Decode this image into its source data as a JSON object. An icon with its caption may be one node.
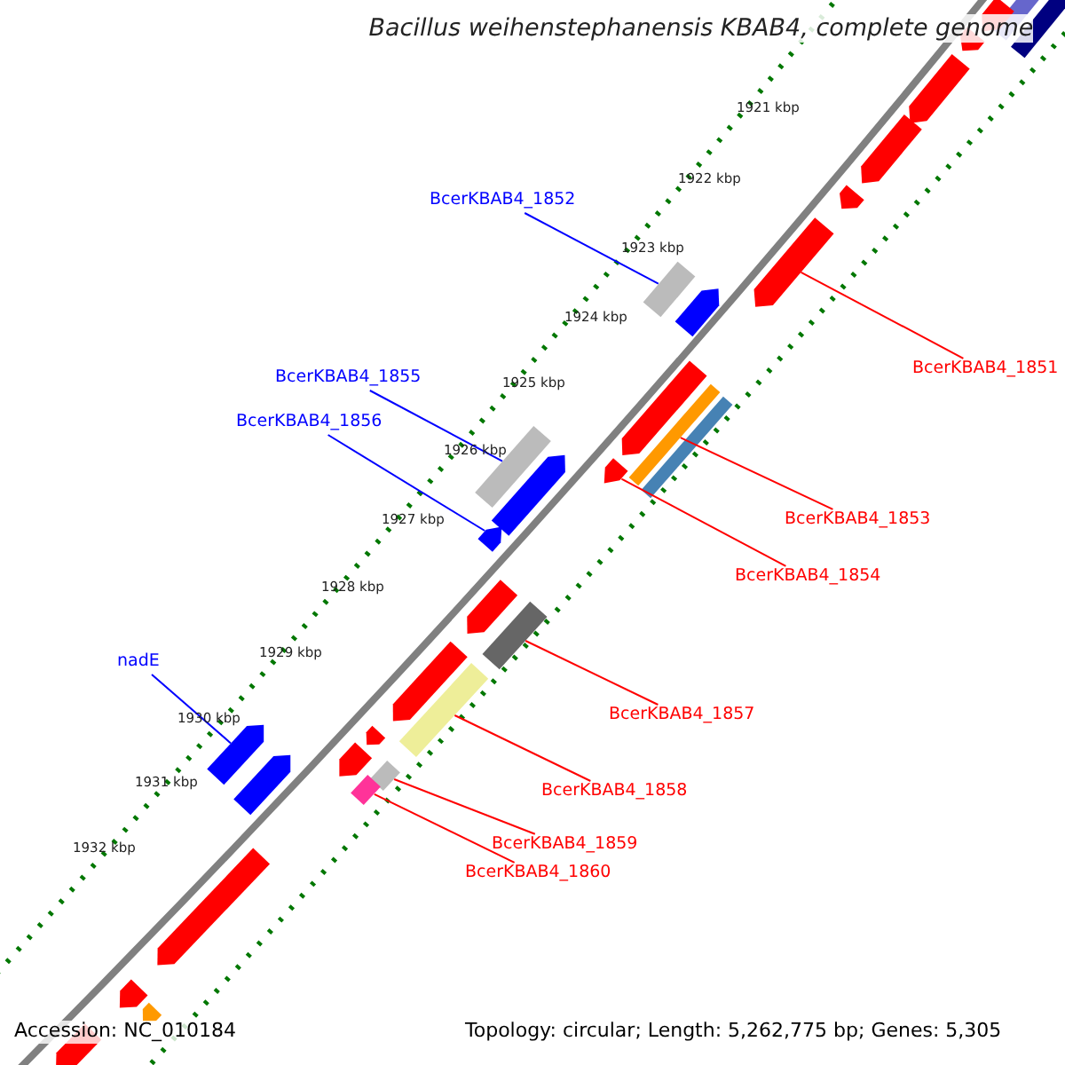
{
  "diagram": {
    "title": "Bacillus weihenstephanensis KBAB4, complete genome",
    "nodes": [
      {
        "text": [
          "BcerKBAB4_1852"
        ]
      },
      {
        "text": [],
        "shape": "bar"
      },
      {
        "text": [
          "BcerKBAB4_1851"
        ]
      },
      {
        "text": [],
        "shape": "arrow"
      },
      {
        "text": [
          "BcerKBAB4_1855"
        ]
      },
      {
        "text": [],
        "shape": "bar"
      },
      {
        "text": [
          "BcerKBAB4_1856"
        ]
      },
      {
        "text": [],
        "shape": "arrow"
      },
      {
        "text": [
          "BcerKBAB4_1853"
        ]
      },
      {
        "text": [],
        "shape": "bar"
      },
      {
        "text": [
          "BcerKBAB4_1854"
        ]
      },
      {
        "text": [],
        "shape": "arrow"
      },
      {
        "text": [
          "nadE"
        ]
      },
      {
        "text": [],
        "shape": "arrow"
      },
      {
        "text": [
          "BcerKBAB4_1857"
        ]
      },
      {
        "text": [],
        "shape": "bar"
      },
      {
        "text": [
          "BcerKBAB4_1858"
        ]
      },
      {
        "text": [],
        "shape": "bar"
      },
      {
        "text": [
          "BcerKBAB4_1859"
        ]
      },
      {
        "text": [],
        "shape": "bar"
      },
      {
        "text": [
          "BcerKBAB4_1860"
        ]
      },
      {
        "text": [],
        "shape": "bar"
      },
      {
        "text": [],
        "shape": "bar"
      },
      {
        "text": [],
        "shape": "arrow"
      },
      {
        "text": [],
        "shape": "bar"
      },
      {
        "text": [],
        "shape": "arrow"
      },
      {
        "text": [],
        "shape": "arrow"
      },
      {
        "text": [],
        "shape": "arrow"
      },
      {
        "text": [],
        "shape": "arrow"
      },
      {
        "text": [],
        "shape": "arrow"
      },
      {
        "text": [],
        "shape": "arrow"
      },
      {
        "text": [],
        "shape": "bar"
      },
      {
        "text": [],
        "shape": "arrow"
      },
      {
        "text": [],
        "shape": "arrow"
      },
      {
        "text": [],
        "shape": "arrow"
      },
      {
        "text": [],
        "shape": "arrow"
      },
      {
        "text": [],
        "shape": "arrow"
      },
      {
        "text": [],
        "shape": "arrow"
      },
      {
        "text": [],
        "shape": "arrow"
      },
      {
        "text": [],
        "shape": "arrow"
      },
      {
        "text": [],
        "shape": "arrow"
      },
      {
        "text": [],
        "shape": "arrow"
      }
    ],
    "edges": [
      {
        "from": 0,
        "to": 1,
        "arrow": "none",
        "color": "#0000ff"
      },
      {
        "from": 2,
        "to": 3,
        "arrow": "none"
      },
      {
        "from": 4,
        "to": 5,
        "arrow": "none",
        "color": "#0000ff"
      },
      {
        "from": 6,
        "to": 7,
        "arrow": "none",
        "color": "#0000ff"
      },
      {
        "from": 8,
        "to": 9,
        "arrow": "none"
      },
      {
        "from": 10,
        "to": 11,
        "arrow": "none"
      },
      {
        "from": 12,
        "to": 13,
        "arrow": "none",
        "color": "#0000ff"
      },
      {
        "from": 14,
        "to": 15,
        "arrow": "none"
      },
      {
        "from": 16,
        "to": 17,
        "arrow": "none"
      },
      {
        "from": 18,
        "to": 19,
        "arrow": "none"
      },
      {
        "from": 20,
        "to": 21,
        "arrow": "none"
      }
    ],
    "labels": [
      "1921 kbp",
      "1922 kbp",
      "1923 kbp",
      "1924 kbp",
      "1925 kbp",
      "1926 kbp",
      "1927 kbp",
      "1928 kbp",
      "1929 kbp",
      "1930 kbp",
      "1931 kbp",
      "1932 kbp",
      "Accession: NC_010184",
      "Topology: circular; Length: 5,262,775 bp; Genes: 5,305"
    ]
  }
}
